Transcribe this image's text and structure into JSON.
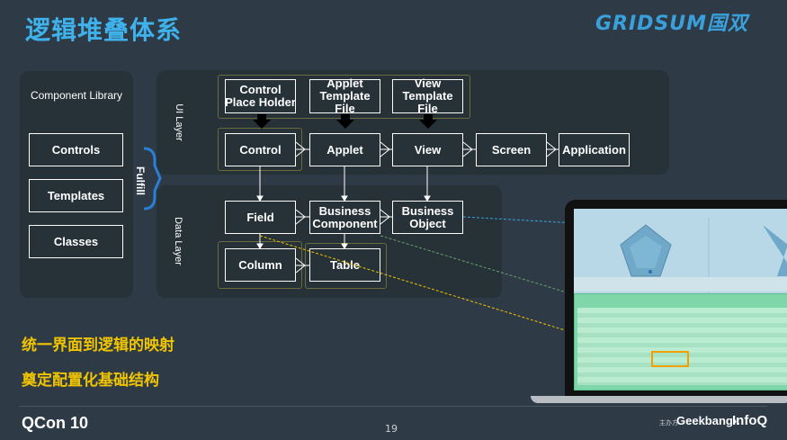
{
  "title": "逻辑堆叠体系",
  "logo": "GRIDSUM国双",
  "library": {
    "title": "Component Library",
    "items": [
      "Controls",
      "Templates",
      "Classes"
    ]
  },
  "fulfill": "Fulfill",
  "ui_layer": {
    "label": "UI Layer",
    "templates": [
      "Control\nPlace Holder",
      "Applet\nTemplate\nFile",
      "View\nTemplate\nFile"
    ],
    "nodes": [
      "Control",
      "Applet",
      "View",
      "Screen",
      "Application"
    ]
  },
  "data_layer": {
    "label": "Data Layer",
    "nodes": [
      "Field",
      "Business\nComponent",
      "Business\nObject",
      "Column",
      "Table"
    ]
  },
  "bullets": [
    "统一界面到逻辑的映射",
    "奠定配置化基础结构"
  ],
  "footer": {
    "brand": "QCon 10",
    "page": "19",
    "sponsor_label": "主办方",
    "geekbang": "Geekbang›.",
    "infoq": "InfoQ"
  },
  "colors": {
    "accent": "#3fb2ec",
    "highlight": "#f0c400"
  }
}
